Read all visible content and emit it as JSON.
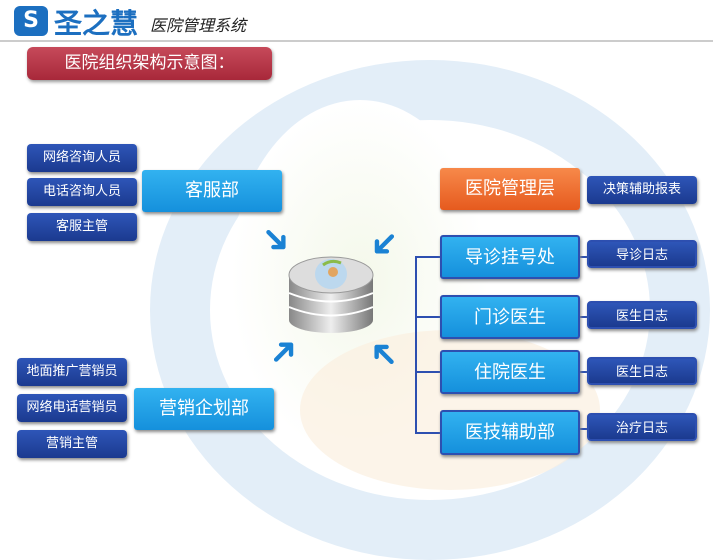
{
  "header": {
    "logo_glyph": "S",
    "brand": "圣之慧",
    "subtitle": "医院管理系统"
  },
  "title": "医院组织架构示意图：",
  "left_top": {
    "dept": "客服部",
    "items": [
      "网络咨询人员",
      "电话咨询人员",
      "客服主管"
    ]
  },
  "left_bottom": {
    "dept": "营销企划部",
    "items": [
      "地面推广营销员",
      "网络电话营销员",
      "营销主管"
    ]
  },
  "right": [
    {
      "dept": "医院管理层",
      "log": "决策辅助报表"
    },
    {
      "dept": "导诊挂号处",
      "log": "导诊日志"
    },
    {
      "dept": "门诊医生",
      "log": "医生日志"
    },
    {
      "dept": "住院医生",
      "log": "医生日志"
    },
    {
      "dept": "医技辅助部",
      "log": "治疗日志"
    }
  ],
  "colors": {
    "small_box": "#1b3a8f",
    "dept_box": "#1590dc",
    "management": "#e65a1e",
    "title_bar": "#a8283a"
  }
}
